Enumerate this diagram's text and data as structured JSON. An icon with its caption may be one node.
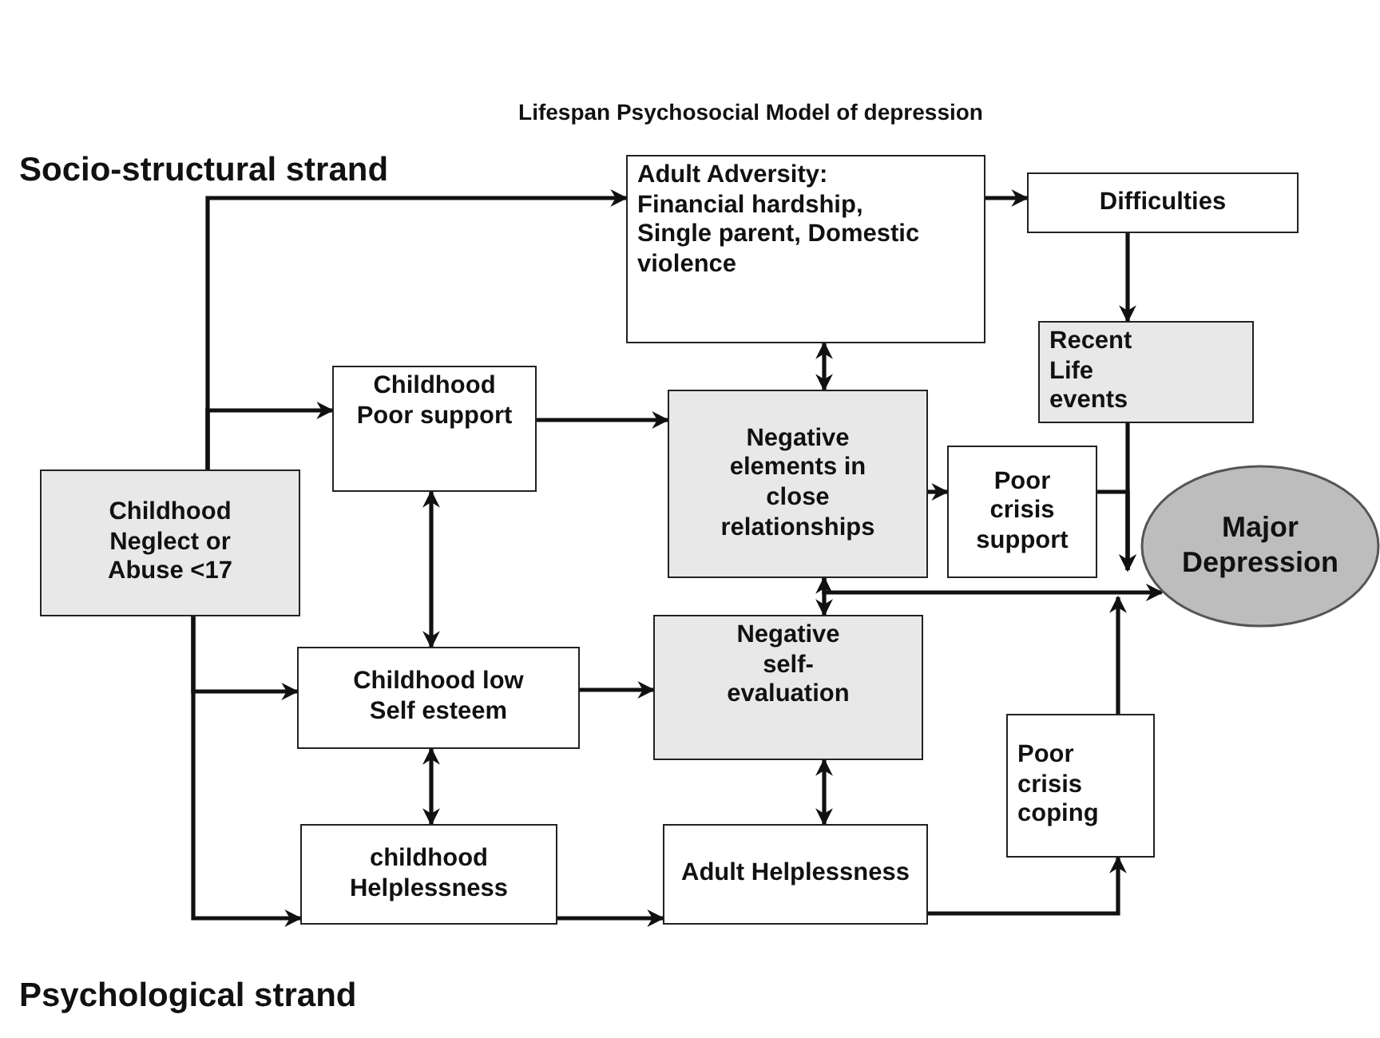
{
  "diagram": {
    "title": "Lifespan Psychosocial Model of depression",
    "nodes": [
      {
        "text": [
          "Adult Adversity:",
          "Financial hardship, Single parent, Domestic violence"
        ]
      },
      {
        "text": [
          "Difficulties"
        ]
      },
      {
        "text": [
          "Childhood Poor support"
        ]
      },
      {
        "text": [
          "Negative elements in close relationships"
        ]
      },
      {
        "text": [
          "Recent Life events"
        ]
      },
      {
        "text": [
          "Childhood Neglect or Abuse <17"
        ]
      },
      {
        "text": [
          "Poor crisis support"
        ]
      },
      {
        "text": [
          "Major Depression"
        ]
      },
      {
        "text": [
          "Childhood  low Self esteem"
        ]
      },
      {
        "text": [
          "Negative self-evaluation"
        ]
      },
      {
        "text": [
          "Poor crisis coping"
        ]
      },
      {
        "text": [
          "childhood Helplessness"
        ]
      },
      {
        "text": [
          "Adult Helplessness"
        ]
      }
    ],
    "edges": [
      {
        "from": 5,
        "to": 0,
        "arrow": "to"
      },
      {
        "from": 5,
        "to": 2,
        "arrow": "to"
      },
      {
        "from": 5,
        "to": 8,
        "arrow": "to"
      },
      {
        "from": 5,
        "to": 11,
        "arrow": "to"
      },
      {
        "from": 0,
        "to": 1,
        "arrow": "to"
      },
      {
        "from": 0,
        "to": 3,
        "arrow": "both"
      },
      {
        "from": 2,
        "to": 3,
        "arrow": "to"
      },
      {
        "from": 1,
        "to": 4,
        "arrow": "to"
      },
      {
        "from": 3,
        "to": 6,
        "arrow": "to"
      },
      {
        "from": 4,
        "to": 7,
        "arrow": "to"
      },
      {
        "from": 6,
        "to": 7,
        "arrow": "to"
      },
      {
        "from": 3,
        "to": 9,
        "arrow": "both"
      },
      {
        "from": 3,
        "to": 7,
        "arrow": "to"
      },
      {
        "from": 2,
        "to": 8,
        "arrow": "both"
      },
      {
        "from": 8,
        "to": 9,
        "arrow": "to"
      },
      {
        "from": 8,
        "to": 11,
        "arrow": "both"
      },
      {
        "from": 9,
        "to": 12,
        "arrow": "both"
      },
      {
        "from": 11,
        "to": 12,
        "arrow": "to"
      },
      {
        "from": 12,
        "to": 10,
        "arrow": "to"
      },
      {
        "from": 10,
        "to": 7,
        "arrow": "to"
      }
    ],
    "labels": [
      "Socio-structural strand",
      "Psychological strand"
    ]
  }
}
